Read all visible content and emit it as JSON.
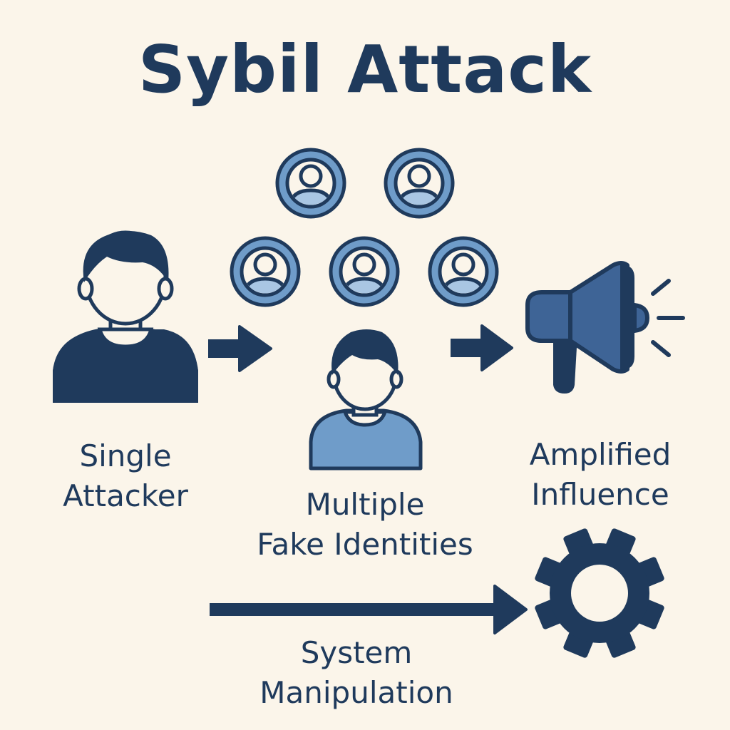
{
  "title": "Sybil Attack",
  "labels": {
    "single_attacker": [
      "Single",
      "Attacker"
    ],
    "fake_identities": [
      "Multiple",
      "Fake Identities"
    ],
    "amplified_influence": [
      "Amplified",
      "Influence"
    ],
    "system_manipulation": [
      "System",
      "Manipulation"
    ]
  },
  "colors": {
    "background": "#fbf5ea",
    "navy": "#1f3a5c",
    "light_blue": "#6f9cc9",
    "pale_blue": "#a9c6e3",
    "mid_blue": "#3e6496"
  },
  "icons": [
    "attacker-person-icon",
    "fake-identity-icon",
    "arrow-right-icon",
    "megaphone-icon",
    "gear-icon"
  ]
}
